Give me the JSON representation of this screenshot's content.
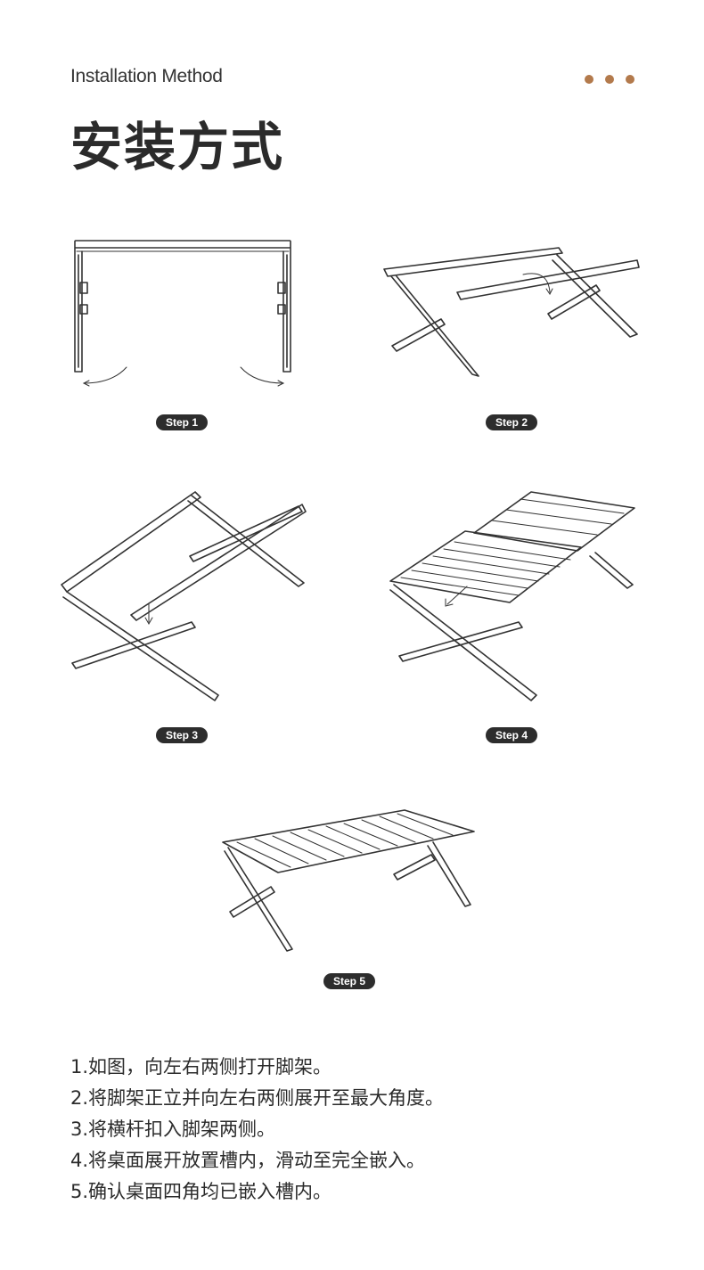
{
  "header": {
    "subtitle": "Installation Method",
    "title": "安装方式"
  },
  "colors": {
    "accent": "#b37a4c",
    "text": "#2b2b2b",
    "badge": "#2d2d2d"
  },
  "badges": [
    "Step 1",
    "Step 2",
    "Step 3",
    "Step 4",
    "Step 5"
  ],
  "instructions": [
    "1.如图，向左右两侧打开脚架。",
    "2.将脚架正立并向左右两侧展开至最大角度。",
    "3.将横杆扣入脚架两侧。",
    "4.将桌面展开放置槽内，滑动至完全嵌入。",
    "5.确认桌面四角均已嵌入槽内。"
  ]
}
